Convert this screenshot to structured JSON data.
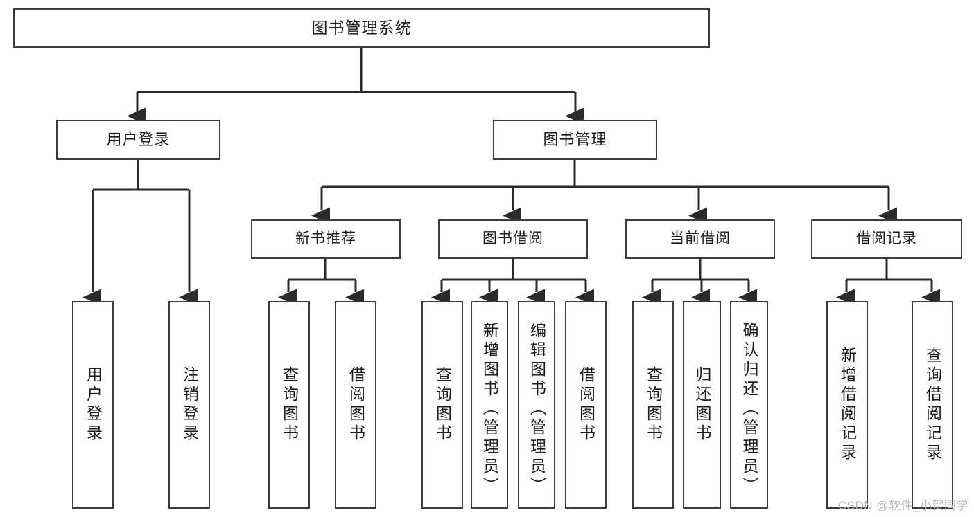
{
  "diagram": {
    "title": "图书管理系统",
    "type": "tree",
    "root": {
      "label": "图书管理系统"
    },
    "level1": [
      {
        "id": "user-login",
        "label": "用户登录"
      },
      {
        "id": "book-manage",
        "label": "图书管理"
      }
    ],
    "level2": [
      {
        "id": "new-book-rec",
        "label": "新书推荐",
        "parent": "book-manage"
      },
      {
        "id": "book-borrow",
        "label": "图书借阅",
        "parent": "book-manage"
      },
      {
        "id": "current-borrow",
        "label": "当前借阅",
        "parent": "book-manage"
      },
      {
        "id": "borrow-record",
        "label": "借阅记录",
        "parent": "book-manage"
      }
    ],
    "leaves": [
      {
        "id": "leaf-user-login",
        "label": "用户登录",
        "parent": "user-login"
      },
      {
        "id": "leaf-user-logout",
        "label": "注销登录",
        "parent": "user-login"
      },
      {
        "id": "leaf-query-book-rec",
        "label": "查询图书",
        "parent": "new-book-rec"
      },
      {
        "id": "leaf-borrow-book-rec",
        "label": "借阅图书",
        "parent": "new-book-rec"
      },
      {
        "id": "leaf-query-book-borrow",
        "label": "查询图书",
        "parent": "book-borrow"
      },
      {
        "id": "leaf-add-book",
        "label": "新增图书（管理员）",
        "parent": "book-borrow"
      },
      {
        "id": "leaf-edit-book",
        "label": "编辑图书（管理员）",
        "parent": "book-borrow"
      },
      {
        "id": "leaf-borrow-book",
        "label": "借阅图书",
        "parent": "book-borrow"
      },
      {
        "id": "leaf-query-book-current",
        "label": "查询图书",
        "parent": "current-borrow"
      },
      {
        "id": "leaf-return-book",
        "label": "归还图书",
        "parent": "current-borrow"
      },
      {
        "id": "leaf-confirm-return",
        "label": "确认归还（管理员）",
        "parent": "current-borrow"
      },
      {
        "id": "leaf-add-borrow-record",
        "label": "新增借阅记录",
        "parent": "borrow-record"
      },
      {
        "id": "leaf-query-borrow-record",
        "label": "查询借阅记录",
        "parent": "borrow-record"
      }
    ]
  },
  "watermark": {
    "text": "CSDN @软件_小贺同学"
  },
  "colors": {
    "border": "#3b3b3b",
    "background": "#ffffff",
    "text": "#1b1b1b",
    "connector": "#2b2b2b",
    "watermark": "#b9b9b9"
  }
}
